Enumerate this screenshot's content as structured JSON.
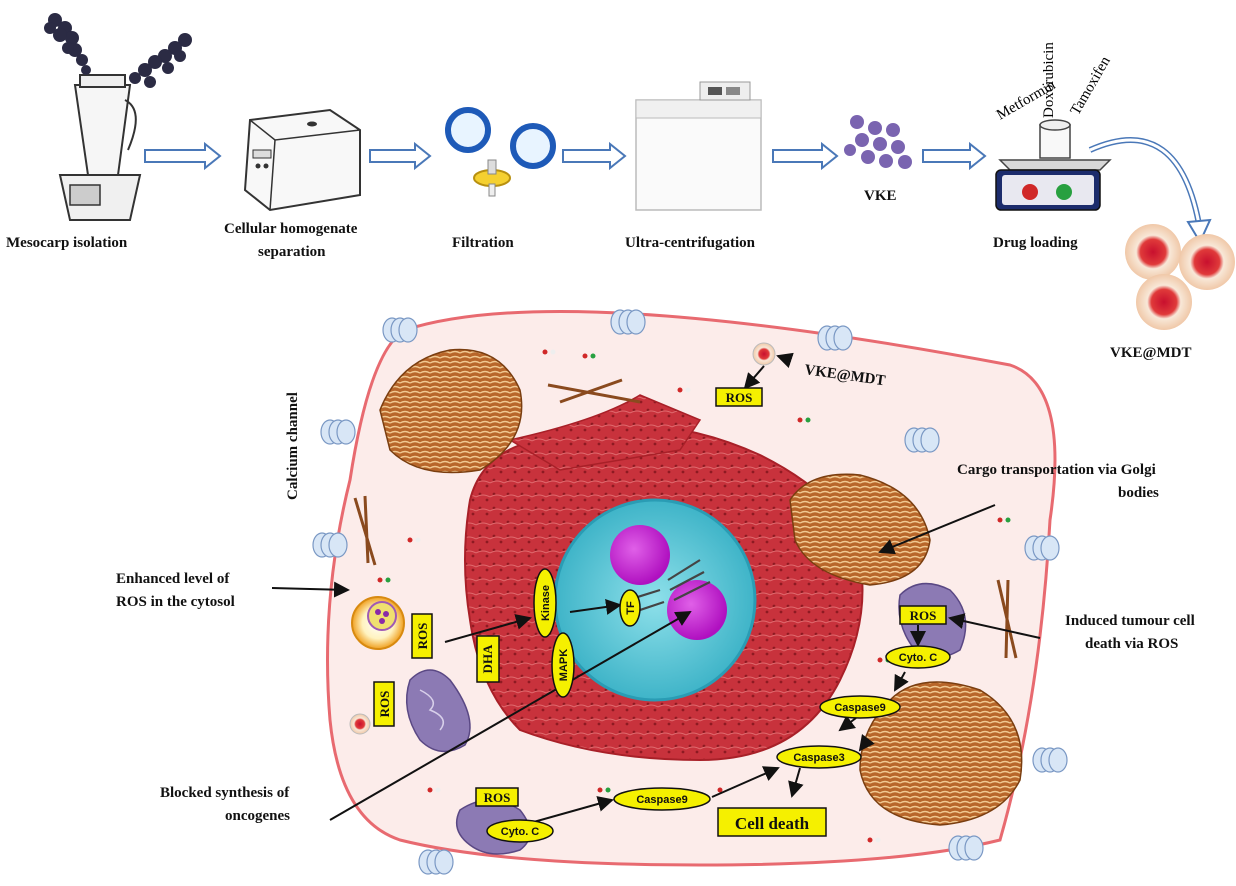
{
  "workflow": {
    "steps": [
      {
        "line1": "Mesocarp isolation",
        "line2": ""
      },
      {
        "line1": "Cellular homogenate",
        "line2": "separation"
      },
      {
        "line1": "Filtration",
        "line2": ""
      },
      {
        "line1": "Ultra-centrifugation",
        "line2": ""
      },
      {
        "line1": "VKE",
        "line2": ""
      },
      {
        "line1": "Drug loading",
        "line2": ""
      }
    ],
    "drugs": [
      "Metformin",
      "Doxorubicin",
      "Tamoxifen"
    ],
    "product_label": "VKE@MDT"
  },
  "cell": {
    "entry_label": "VKE@MDT",
    "calcium_label": "Calcium channel",
    "callouts": {
      "golgi": {
        "line1": "Cargo transportation via Golgi",
        "line2": "bodies"
      },
      "ros_cytosol": {
        "line1": "Enhanced level of",
        "line2": "ROS in the cytosol"
      },
      "tumour": {
        "line1": "Induced tumour cell",
        "line2": "death via ROS"
      },
      "blocked": {
        "line1": "Blocked synthesis of",
        "line2": "oncogenes"
      }
    },
    "tags": {
      "ros": "ROS",
      "dha": "DHA",
      "kinase": "Kinase",
      "mapk": "MAPK",
      "tf": "TF",
      "cyto": "Cyto. C",
      "caspase9": "Caspase9",
      "caspase3": "Caspase3",
      "cell_death": "Cell death"
    }
  },
  "colors": {
    "arrow_blue": "#4a78b8",
    "er_red": "#c8323c",
    "golgi_brown": "#b8662a",
    "nucleus_cyan": "#5ec8d8",
    "nucleolus_magenta": "#c81ecf",
    "mito_purple": "#8c7ab4",
    "tag_yellow": "#f5f000",
    "membrane_pink": "#e86a70"
  }
}
